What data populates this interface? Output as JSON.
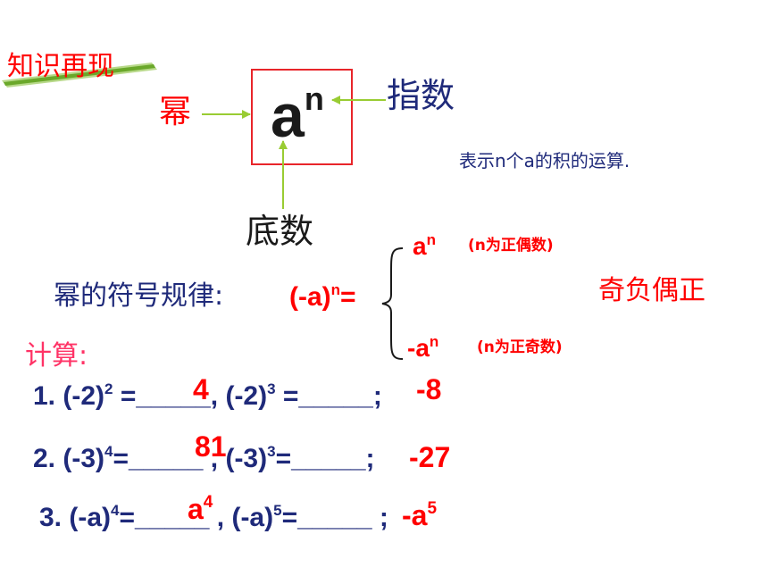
{
  "header": {
    "title": "知识再现"
  },
  "power_diagram": {
    "base": "a",
    "exponent": "n",
    "label_power": "幂",
    "label_exponent": "指数",
    "label_base": "底数",
    "definition": "表示n个a的积的运算."
  },
  "sign_rule": {
    "label": "幂的符号规律:",
    "expr_prefix": "(-a)",
    "expr_exp": "n",
    "expr_suffix": "=",
    "case_even_base": "a",
    "case_even_exp": "n",
    "case_even_cond": "(n为正偶数)",
    "case_odd_base": "-a",
    "case_odd_exp": "n",
    "case_odd_cond": "(n为正奇数)",
    "summary": "奇负偶正"
  },
  "calc": {
    "heading": "计算:",
    "q1_a_pre": "1. (-2)",
    "q1_a_exp": "2",
    "q1_a_post": " =_____,",
    "q1_b_pre": "(-2)",
    "q1_b_exp": "3",
    "q1_b_post": " =_____;",
    "q1_a_ans": "4",
    "q1_b_ans": "-8",
    "q2_a_pre": "2. (-3)",
    "q2_a_exp": "4",
    "q2_a_post": "=_____ ,",
    "q2_b_pre": "(-3)",
    "q2_b_exp": "3",
    "q2_b_post": "=_____;",
    "q2_a_ans": "81",
    "q2_b_ans": "-27",
    "q3_a_pre": "3. (-a)",
    "q3_a_exp": "4",
    "q3_a_post": "=_____ ,",
    "q3_b_pre": "(-a)",
    "q3_b_exp": "5",
    "q3_b_post": "=_____ ;",
    "q3_a_ans_base": "a",
    "q3_a_ans_exp": "4",
    "q3_b_ans_base": "-a",
    "q3_b_ans_exp": "5"
  },
  "colors": {
    "accent_red": "#ff0000",
    "navy": "#1f2a7a",
    "pink": "#ff3366",
    "arrow_green": "#99cc33",
    "banner_green": "#5a9a1a"
  }
}
